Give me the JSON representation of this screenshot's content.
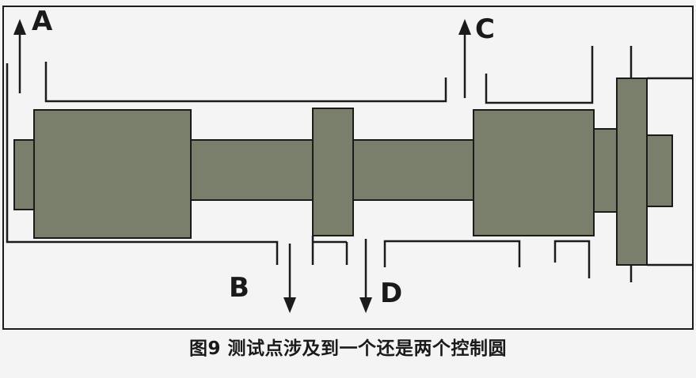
{
  "figure": {
    "labels": {
      "a": "A",
      "b": "B",
      "c": "C",
      "d": "D"
    },
    "caption": "图9 测试点涉及到一个还是两个控制圆"
  },
  "colors": {
    "shaft_fill": "#7a7f6c",
    "frame": "#1b1b1b",
    "page": "#f4f4f4",
    "text": "#1a1a1a"
  }
}
